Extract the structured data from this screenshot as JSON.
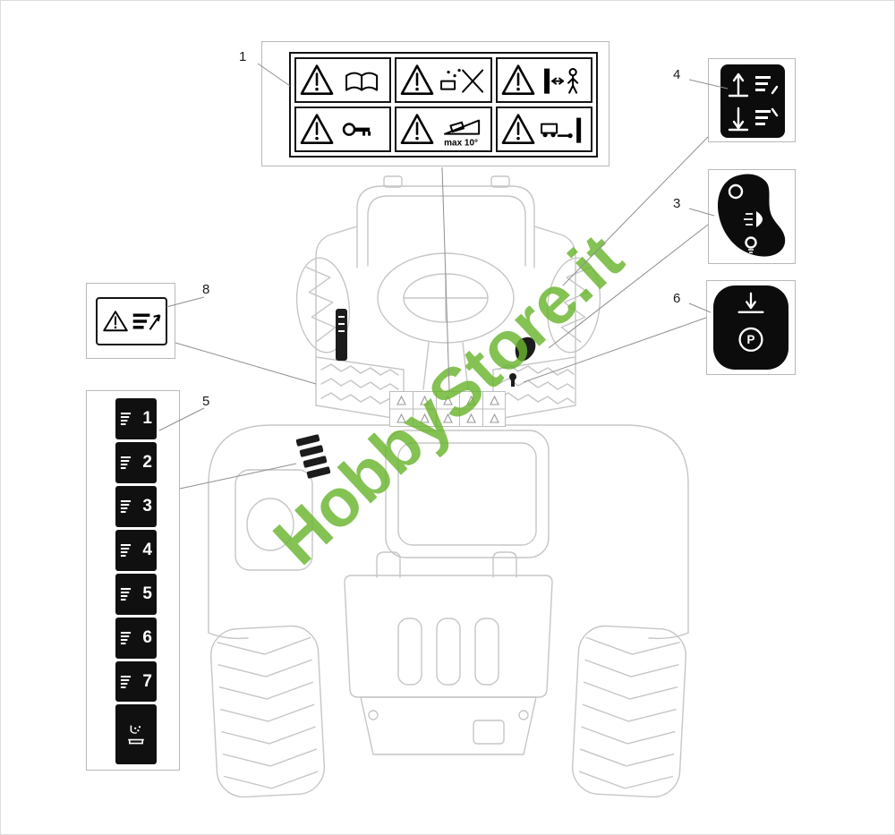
{
  "watermark": {
    "text": "HobbyStore.it",
    "color": "#6ab52f"
  },
  "callouts": {
    "c1": {
      "number": "1"
    },
    "c3": {
      "number": "3"
    },
    "c4": {
      "number": "4"
    },
    "c5": {
      "number": "5"
    },
    "c6": {
      "number": "6"
    },
    "c8": {
      "number": "8"
    }
  },
  "decals": {
    "main_warning": {
      "cells": [
        {
          "icon": "warning-triangle-exclamation-read-manual"
        },
        {
          "icon": "warning-triangle-thrown-objects-crossed"
        },
        {
          "icon": "warning-triangle-keep-bystanders-distance"
        },
        {
          "icon": "warning-triangle-exclamation-remove-key"
        },
        {
          "icon": "warning-triangle-max-slope",
          "text": "max 10°"
        },
        {
          "icon": "warning-triangle-no-riders-distance"
        }
      ]
    },
    "deck_lift": {
      "icons": [
        "cutting-deck-raise",
        "cutting-deck-lower"
      ]
    },
    "light_switch": {
      "icons": [
        "position-off",
        "headlight-beam",
        "position-on-bulb"
      ]
    },
    "parking_brake": {
      "letter": "P",
      "icons": [
        "deck-down-arrow",
        "parking-brake-circle"
      ]
    },
    "cutting_height": {
      "levels": [
        "1",
        "2",
        "3",
        "4",
        "5",
        "6",
        "7"
      ],
      "bottom_icon": "deck-wash-port"
    },
    "service_warning": {
      "icons": [
        "warning-triangle-exclamation",
        "service-stack-arrow"
      ]
    }
  }
}
